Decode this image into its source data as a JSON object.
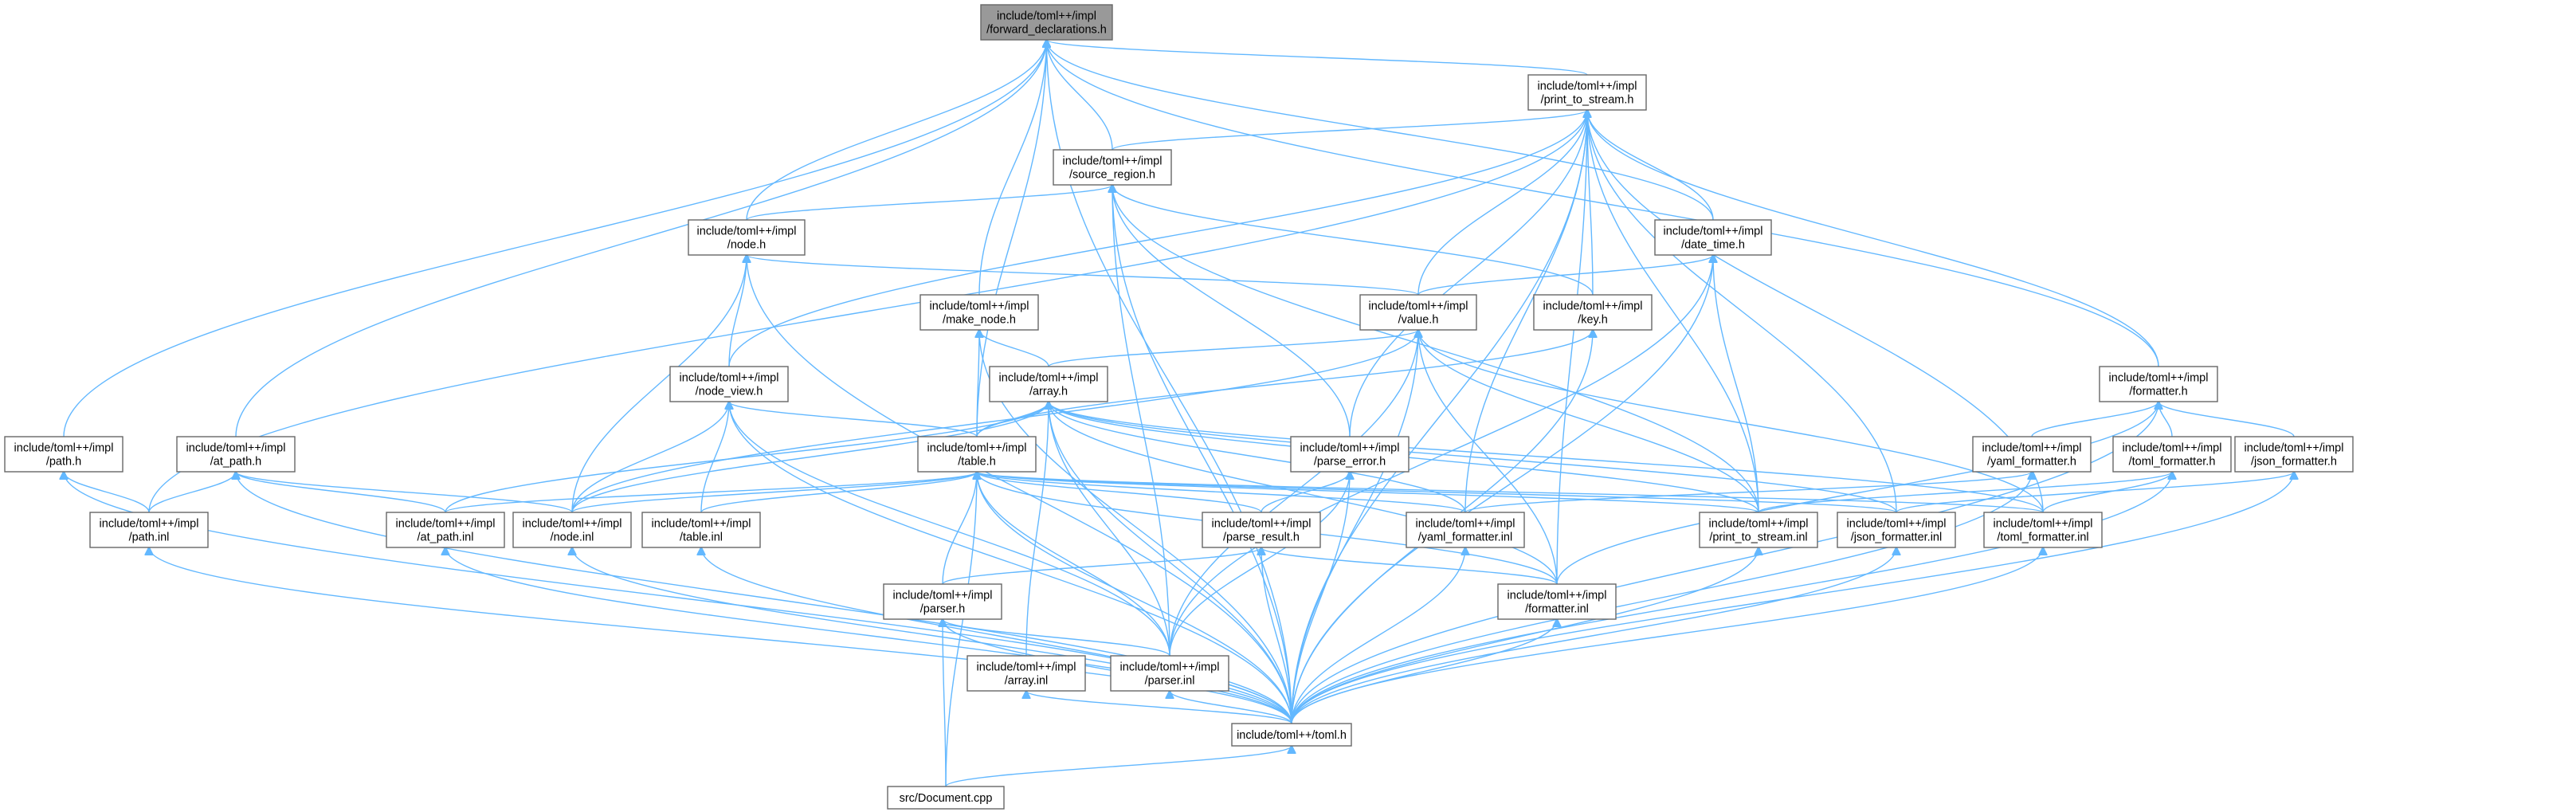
{
  "chart_data": {
    "type": "diagram",
    "kind": "include-dependency-graph",
    "edge_color": "#63b8ff",
    "focus_fill": "#999999",
    "nodes": [
      {
        "id": "fwd",
        "lines": [
          "include/toml++/impl",
          "/forward_declarations.h"
        ],
        "focus": true
      },
      {
        "id": "pts",
        "lines": [
          "include/toml++/impl",
          "/print_to_stream.h"
        ]
      },
      {
        "id": "src",
        "lines": [
          "include/toml++/impl",
          "/source_region.h"
        ]
      },
      {
        "id": "node",
        "lines": [
          "include/toml++/impl",
          "/node.h"
        ]
      },
      {
        "id": "dt",
        "lines": [
          "include/toml++/impl",
          "/date_time.h"
        ]
      },
      {
        "id": "mk",
        "lines": [
          "include/toml++/impl",
          "/make_node.h"
        ]
      },
      {
        "id": "val",
        "lines": [
          "include/toml++/impl",
          "/value.h"
        ]
      },
      {
        "id": "key",
        "lines": [
          "include/toml++/impl",
          "/key.h"
        ]
      },
      {
        "id": "arr",
        "lines": [
          "include/toml++/impl",
          "/array.h"
        ]
      },
      {
        "id": "nv",
        "lines": [
          "include/toml++/impl",
          "/node_view.h"
        ]
      },
      {
        "id": "fmt",
        "lines": [
          "include/toml++/impl",
          "/formatter.h"
        ]
      },
      {
        "id": "path",
        "lines": [
          "include/toml++/impl",
          "/path.h"
        ]
      },
      {
        "id": "atp",
        "lines": [
          "include/toml++/impl",
          "/at_path.h"
        ]
      },
      {
        "id": "tbl",
        "lines": [
          "include/toml++/impl",
          "/table.h"
        ]
      },
      {
        "id": "perr",
        "lines": [
          "include/toml++/impl",
          "/parse_error.h"
        ]
      },
      {
        "id": "yfh",
        "lines": [
          "include/toml++/impl",
          "/yaml_formatter.h"
        ]
      },
      {
        "id": "tfh",
        "lines": [
          "include/toml++/impl",
          "/toml_formatter.h"
        ]
      },
      {
        "id": "jfh",
        "lines": [
          "include/toml++/impl",
          "/json_formatter.h"
        ]
      },
      {
        "id": "pathi",
        "lines": [
          "include/toml++/impl",
          "/path.inl"
        ]
      },
      {
        "id": "atpi",
        "lines": [
          "include/toml++/impl",
          "/at_path.inl"
        ]
      },
      {
        "id": "nodei",
        "lines": [
          "include/toml++/impl",
          "/node.inl"
        ]
      },
      {
        "id": "tbli",
        "lines": [
          "include/toml++/impl",
          "/table.inl"
        ]
      },
      {
        "id": "pres",
        "lines": [
          "include/toml++/impl",
          "/parse_result.h"
        ]
      },
      {
        "id": "yfi",
        "lines": [
          "include/toml++/impl",
          "/yaml_formatter.inl"
        ]
      },
      {
        "id": "ptsi",
        "lines": [
          "include/toml++/impl",
          "/print_to_stream.inl"
        ]
      },
      {
        "id": "jfi",
        "lines": [
          "include/toml++/impl",
          "/json_formatter.inl"
        ]
      },
      {
        "id": "tfi",
        "lines": [
          "include/toml++/impl",
          "/toml_formatter.inl"
        ]
      },
      {
        "id": "parh",
        "lines": [
          "include/toml++/impl",
          "/parser.h"
        ]
      },
      {
        "id": "fmti",
        "lines": [
          "include/toml++/impl",
          "/formatter.inl"
        ]
      },
      {
        "id": "arri",
        "lines": [
          "include/toml++/impl",
          "/array.inl"
        ]
      },
      {
        "id": "pari",
        "lines": [
          "include/toml++/impl",
          "/parser.inl"
        ]
      },
      {
        "id": "toml",
        "lines": [
          "include/toml++/toml.h"
        ]
      },
      {
        "id": "doc",
        "lines": [
          "src/Document.cpp"
        ]
      }
    ],
    "edges": [
      [
        "pts",
        "fwd"
      ],
      [
        "src",
        "fwd"
      ],
      [
        "node",
        "fwd"
      ],
      [
        "dt",
        "fwd"
      ],
      [
        "mk",
        "fwd"
      ],
      [
        "fmt",
        "fwd"
      ],
      [
        "path",
        "fwd"
      ],
      [
        "atp",
        "fwd"
      ],
      [
        "tbl",
        "fwd"
      ],
      [
        "toml",
        "fwd"
      ],
      [
        "src",
        "pts"
      ],
      [
        "dt",
        "pts"
      ],
      [
        "val",
        "pts"
      ],
      [
        "key",
        "pts"
      ],
      [
        "nv",
        "pts"
      ],
      [
        "fmt",
        "pts"
      ],
      [
        "perr",
        "pts"
      ],
      [
        "pathi",
        "pts"
      ],
      [
        "ptsi",
        "pts"
      ],
      [
        "yfi",
        "pts"
      ],
      [
        "jfi",
        "pts"
      ],
      [
        "tfi",
        "pts"
      ],
      [
        "fmti",
        "pts"
      ],
      [
        "toml",
        "pts"
      ],
      [
        "node",
        "src"
      ],
      [
        "key",
        "src"
      ],
      [
        "perr",
        "src"
      ],
      [
        "ptsi",
        "src"
      ],
      [
        "pari",
        "src"
      ],
      [
        "toml",
        "src"
      ],
      [
        "val",
        "node"
      ],
      [
        "nv",
        "node"
      ],
      [
        "nodei",
        "node"
      ],
      [
        "toml",
        "node"
      ],
      [
        "val",
        "dt"
      ],
      [
        "ptsi",
        "dt"
      ],
      [
        "pari",
        "dt"
      ],
      [
        "toml",
        "dt"
      ],
      [
        "arr",
        "mk"
      ],
      [
        "tbl",
        "mk"
      ],
      [
        "toml",
        "mk"
      ],
      [
        "arr",
        "val"
      ],
      [
        "nodei",
        "val"
      ],
      [
        "ptsi",
        "val"
      ],
      [
        "pari",
        "val"
      ],
      [
        "fmti",
        "val"
      ],
      [
        "tfi",
        "val"
      ],
      [
        "toml",
        "val"
      ],
      [
        "tbl",
        "key"
      ],
      [
        "toml",
        "key"
      ],
      [
        "tbl",
        "arr"
      ],
      [
        "atpi",
        "arr"
      ],
      [
        "nodei",
        "arr"
      ],
      [
        "ptsi",
        "arr"
      ],
      [
        "arri",
        "arr"
      ],
      [
        "pari",
        "arr"
      ],
      [
        "yfi",
        "arr"
      ],
      [
        "jfi",
        "arr"
      ],
      [
        "tfi",
        "arr"
      ],
      [
        "fmti",
        "arr"
      ],
      [
        "toml",
        "arr"
      ],
      [
        "tbl",
        "nv"
      ],
      [
        "nodei",
        "nv"
      ],
      [
        "tbli",
        "nv"
      ],
      [
        "pari",
        "nv"
      ],
      [
        "toml",
        "nv"
      ],
      [
        "yfh",
        "fmt"
      ],
      [
        "tfh",
        "fmt"
      ],
      [
        "jfh",
        "fmt"
      ],
      [
        "fmti",
        "fmt"
      ],
      [
        "toml",
        "fmt"
      ],
      [
        "pathi",
        "path"
      ],
      [
        "toml",
        "path"
      ],
      [
        "atpi",
        "atp"
      ],
      [
        "nodei",
        "atp"
      ],
      [
        "pathi",
        "atp"
      ],
      [
        "toml",
        "atp"
      ],
      [
        "atpi",
        "tbl"
      ],
      [
        "nodei",
        "tbl"
      ],
      [
        "tbli",
        "tbl"
      ],
      [
        "pres",
        "tbl"
      ],
      [
        "yfi",
        "tbl"
      ],
      [
        "ptsi",
        "tbl"
      ],
      [
        "jfi",
        "tbl"
      ],
      [
        "tfi",
        "tbl"
      ],
      [
        "parh",
        "tbl"
      ],
      [
        "fmti",
        "tbl"
      ],
      [
        "pari",
        "tbl"
      ],
      [
        "toml",
        "tbl"
      ],
      [
        "doc",
        "tbl"
      ],
      [
        "pres",
        "perr"
      ],
      [
        "pari",
        "perr"
      ],
      [
        "toml",
        "perr"
      ],
      [
        "yfi",
        "yfh"
      ],
      [
        "toml",
        "yfh"
      ],
      [
        "tfi",
        "tfh"
      ],
      [
        "ptsi",
        "tfh"
      ],
      [
        "toml",
        "tfh"
      ],
      [
        "jfi",
        "jfh"
      ],
      [
        "toml",
        "jfh"
      ],
      [
        "toml",
        "pathi"
      ],
      [
        "toml",
        "atpi"
      ],
      [
        "toml",
        "nodei"
      ],
      [
        "toml",
        "tbli"
      ],
      [
        "parh",
        "pres"
      ],
      [
        "fmti",
        "pres"
      ],
      [
        "toml",
        "pres"
      ],
      [
        "toml",
        "yfi"
      ],
      [
        "toml",
        "ptsi"
      ],
      [
        "toml",
        "jfi"
      ],
      [
        "toml",
        "tfi"
      ],
      [
        "pari",
        "parh"
      ],
      [
        "toml",
        "parh"
      ],
      [
        "doc",
        "parh"
      ],
      [
        "toml",
        "fmti"
      ],
      [
        "toml",
        "arri"
      ],
      [
        "toml",
        "pari"
      ],
      [
        "doc",
        "toml"
      ]
    ]
  }
}
